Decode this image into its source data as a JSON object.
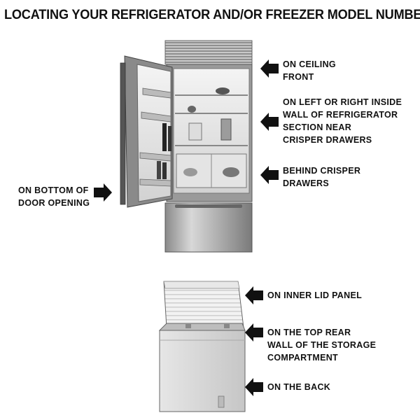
{
  "title": "LOCATING YOUR REFRIGERATOR AND/OR FREEZER MODEL NUMBER",
  "refrigerator_labels": {
    "ceiling": [
      "ON CEILING",
      "FRONT"
    ],
    "side_wall": [
      "ON LEFT OR RIGHT INSIDE",
      "WALL OF REFRIGERATOR",
      "SECTION NEAR",
      "CRISPER DRAWERS"
    ],
    "behind_crisper": [
      "BEHIND CRISPER",
      "DRAWERS"
    ],
    "door_opening": [
      "ON BOTTOM OF",
      "DOOR OPENING"
    ]
  },
  "freezer_labels": {
    "lid": [
      "ON INNER LID PANEL"
    ],
    "top_rear": [
      "ON THE TOP REAR",
      "WALL OF THE STORAGE",
      "COMPARTMENT"
    ],
    "back": [
      "ON THE BACK"
    ]
  },
  "colors": {
    "text": "#111111",
    "arrow": "#111111",
    "steel": "#b8b8b8",
    "shadow": "#555555"
  }
}
